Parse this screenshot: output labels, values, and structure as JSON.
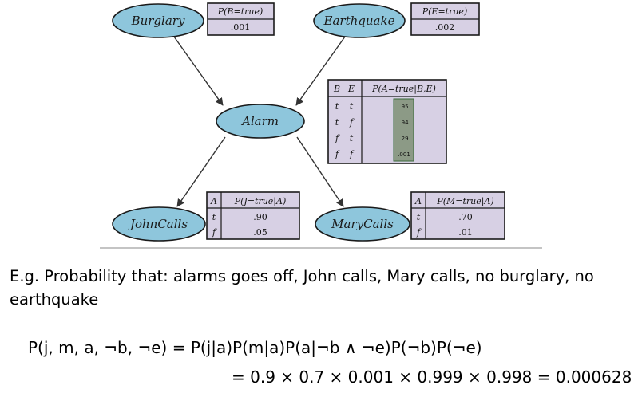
{
  "nodes": {
    "burglary": "Burglary",
    "earthquake": "Earthquake",
    "alarm": "Alarm",
    "johncalls": "JohnCalls",
    "marycalls": "MaryCalls"
  },
  "cpt_burglary": {
    "header": "P(B=true)",
    "value": ".001"
  },
  "cpt_earthquake": {
    "header": "P(E=true)",
    "value": ".002"
  },
  "cpt_alarm": {
    "col_b": "B",
    "col_e": "E",
    "header": "P(A=true|B,E)",
    "rows": [
      {
        "b": "t",
        "e": "t",
        "p": ".95"
      },
      {
        "b": "t",
        "e": "f",
        "p": ".94"
      },
      {
        "b": "f",
        "e": "t",
        "p": ".29"
      },
      {
        "b": "f",
        "e": "f",
        "p": ".001"
      }
    ]
  },
  "cpt_john": {
    "col_a": "A",
    "header": "P(J=true|A)",
    "rows": [
      {
        "a": "t",
        "p": ".90"
      },
      {
        "a": "f",
        "p": ".05"
      }
    ]
  },
  "cpt_mary": {
    "col_a": "A",
    "header": "P(M=true|A)",
    "rows": [
      {
        "a": "t",
        "p": ".70"
      },
      {
        "a": "f",
        "p": ".01"
      }
    ]
  },
  "example": {
    "text": "E.g. Probability that: alarms goes off, John calls, Mary calls, no burglary, no earthquake"
  },
  "formula": {
    "lhs": "P(j, m, a, ¬b, ¬e)",
    "rhs": "= P(j|a)P(m|a)P(a|¬b ∧ ¬e)P(¬b)P(¬e)",
    "line2": "= 0.9 × 0.7 × 0.001 × 0.999 × 0.998 = 0.000628"
  },
  "colors": {
    "node_fill": "#8ec6dc",
    "cpt_fill": "#d7d0e4",
    "cpt_highlight": "#8c9a86",
    "edge": "#333333"
  }
}
